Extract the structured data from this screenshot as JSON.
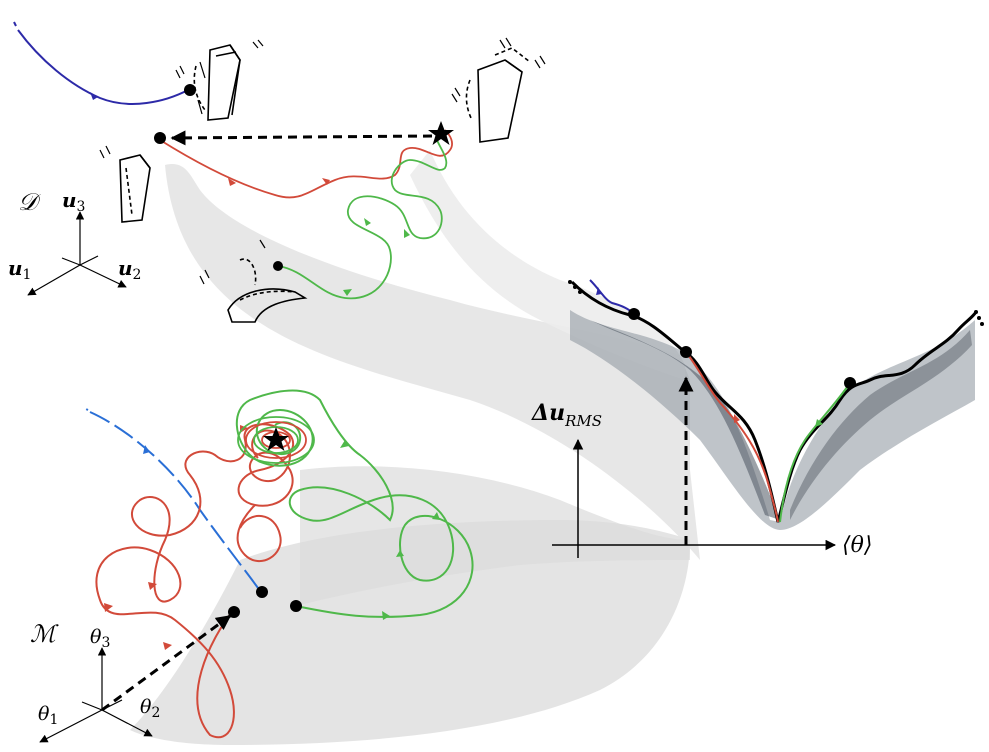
{
  "colors": {
    "red": "#d24a3a",
    "green": "#4fb84a",
    "blue_dark": "#2d2aa8",
    "blue": "#2a6fd6",
    "band": "#e3e3e3",
    "black": "#000000"
  },
  "panel_D": {
    "label": "𝒟",
    "axes": [
      {
        "symbol": "u",
        "sub": "3"
      },
      {
        "symbol": "u",
        "sub": "1"
      },
      {
        "symbol": "u",
        "sub": "2"
      }
    ]
  },
  "panel_M": {
    "label": "ℳ",
    "axes": [
      {
        "symbol": "θ",
        "sub": "3"
      },
      {
        "symbol": "θ",
        "sub": "1"
      },
      {
        "symbol": "θ",
        "sub": "2"
      }
    ]
  },
  "plot": {
    "y_label_main": "Δu",
    "y_label_sub": "RMS",
    "x_label": "⟨θ⟩"
  }
}
